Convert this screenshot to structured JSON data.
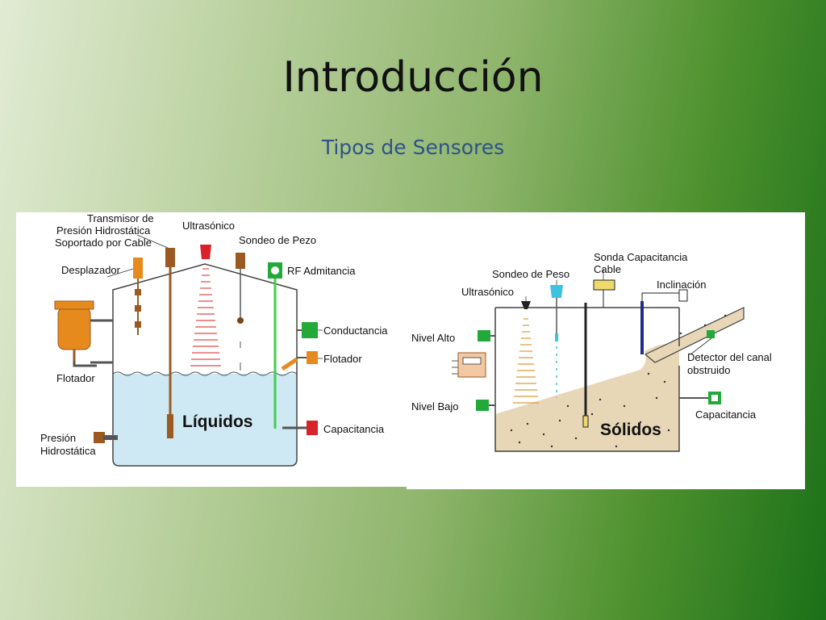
{
  "slide": {
    "title": "Introducción",
    "subtitle": "Tipos de Sensores"
  },
  "liquids_diagram": {
    "main_label": "Líquidos",
    "labels": {
      "transmisor_1": "Transmisor de",
      "transmisor_2": "Presión Hidrostática",
      "transmisor_3": "Soportado por Cable",
      "ultrasonico": "Ultrasónico",
      "sondeo_pezo": "Sondeo de Pezo",
      "desplazador": "Desplazador",
      "rf_admitancia": "RF Admitancia",
      "conductancia": "Conductancia",
      "flotador_right": "Flotador",
      "flotador_left": "Flotador",
      "presion_1": "Presión",
      "presion_2": "Hidrostática",
      "capacitancia": "Capacitancia"
    }
  },
  "solids_diagram": {
    "main_label": "Sólidos",
    "labels": {
      "sonda_1": "Sonda Capacitancia",
      "sonda_2": "Cable",
      "sondeo_peso": "Sondeo de Peso",
      "ultrasonico": "Ultrasónico",
      "inclinacion": "Inclinación",
      "nivel_alto": "Nivel Alto",
      "detector_1": "Detector del canal",
      "detector_2": "obstruido",
      "nivel_bajo": "Nivel Bajo",
      "capacitancia": "Capacitancia"
    }
  },
  "colors": {
    "liquid": "#cfe9f4",
    "solid_fill": "#e7d7b7",
    "sensor_orange": "#e68a1e",
    "sensor_green": "#23a83a",
    "sensor_red": "#d9232b",
    "rod_brown": "#9a5a22"
  }
}
